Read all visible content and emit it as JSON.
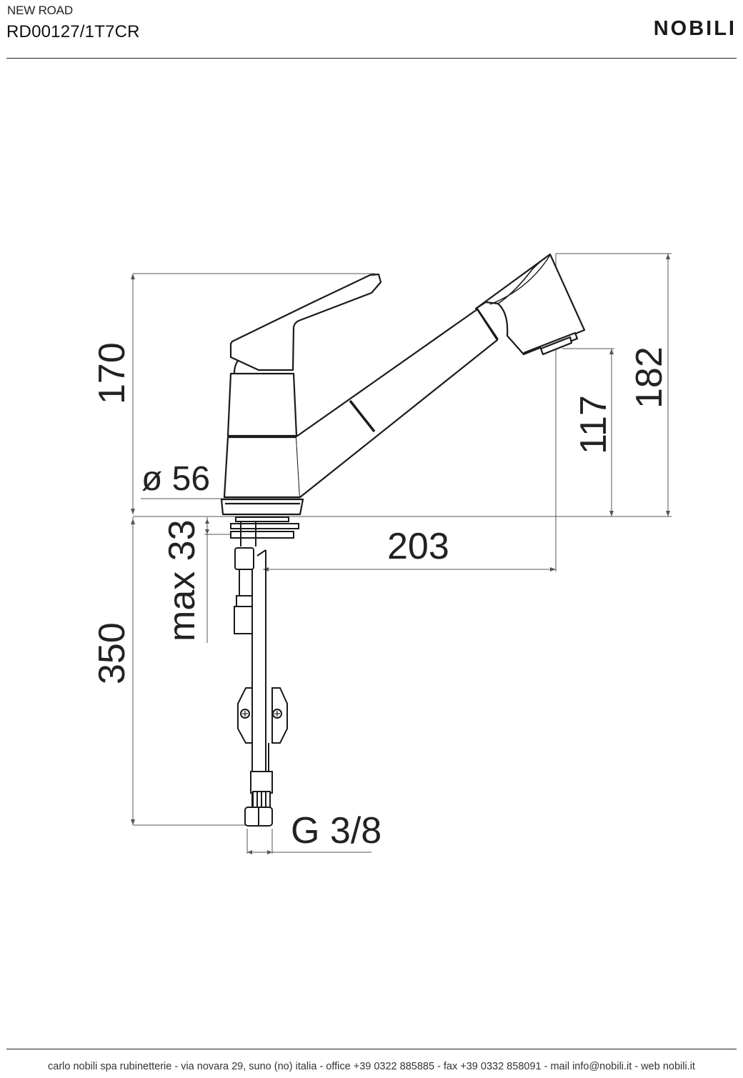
{
  "header": {
    "series": "NEW ROAD",
    "product_code": "RD00127/1T7CR",
    "brand": "NOBILI"
  },
  "drawing": {
    "subject": "single-lever sink mixer with pull-out spray",
    "dimensions": {
      "overall_height_lever": "170",
      "overall_height_spout": "182",
      "spout_outlet_height": "117",
      "base_diameter": "ø 56",
      "spout_reach": "203",
      "max_deck_thickness": "max 33",
      "hose_length": "350",
      "connection_thread": "G 3/8"
    }
  },
  "footer": {
    "text": "carlo nobili spa rubinetterie - via novara 29, suno (no) italia - office +39 0322 885885 - fax +39 0332 858091 - mail info@nobili.it - web nobili.it"
  },
  "colors": {
    "line": "#1a1a1a",
    "dimension_line": "#555555",
    "background": "#ffffff"
  }
}
